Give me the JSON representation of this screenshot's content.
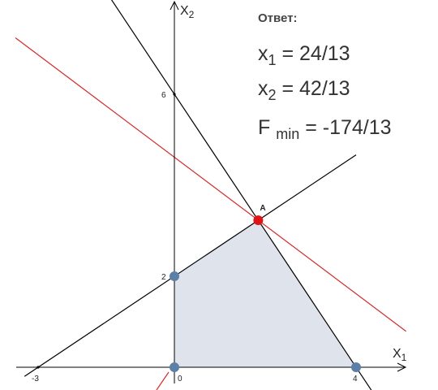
{
  "answer": {
    "title": "Ответ:",
    "x1": {
      "var": "x",
      "sub": "1",
      "value": "= 24/13"
    },
    "x2": {
      "var": "x",
      "sub": "2",
      "value": "= 42/13"
    },
    "f": {
      "var": "F",
      "sub": "min",
      "value": "= -174/13"
    }
  },
  "axes": {
    "x_label": {
      "var": "X",
      "sub": "1"
    },
    "y_label": {
      "var": "X",
      "sub": "2"
    }
  },
  "ticks": {
    "x": [
      {
        "value": -3,
        "label": "-3"
      },
      {
        "value": 0,
        "label": "0"
      },
      {
        "value": 4,
        "label": "4"
      }
    ],
    "y": [
      {
        "value": 2,
        "label": "2"
      },
      {
        "value": 6,
        "label": "6"
      }
    ]
  },
  "lines": [
    {
      "name": "line-through-0-6-and-4-0",
      "points": [
        [
          0,
          6
        ],
        [
          4,
          0
        ]
      ],
      "color": "#000000"
    },
    {
      "name": "line-through-minus3-0-and-0-2",
      "points": [
        [
          -3,
          0
        ],
        [
          0,
          2
        ]
      ],
      "color": "#000000"
    },
    {
      "name": "objective-level-line",
      "slope": -0.75,
      "through": [
        1.846,
        3.231
      ],
      "color": "#d42a2a"
    }
  ],
  "feasible_region": {
    "vertices": [
      [
        0,
        0
      ],
      [
        0,
        2
      ],
      [
        1.846,
        3.231
      ],
      [
        4,
        0
      ]
    ],
    "fill": "#dfe3ec"
  },
  "points": [
    {
      "name": "origin",
      "x": 0,
      "y": 0,
      "color": "#5b7fa6"
    },
    {
      "name": "point-0-2",
      "x": 0,
      "y": 2,
      "color": "#5b7fa6"
    },
    {
      "name": "point-4-0",
      "x": 4,
      "y": 0,
      "color": "#5b7fa6"
    },
    {
      "name": "point-A",
      "x": 1.846,
      "y": 3.231,
      "color": "#e01414",
      "label": "A"
    }
  ],
  "colors": {
    "axis": "#000000",
    "optimum": "#e01414",
    "vertex": "#5b7fa6",
    "objective_line": "#d42a2a"
  }
}
